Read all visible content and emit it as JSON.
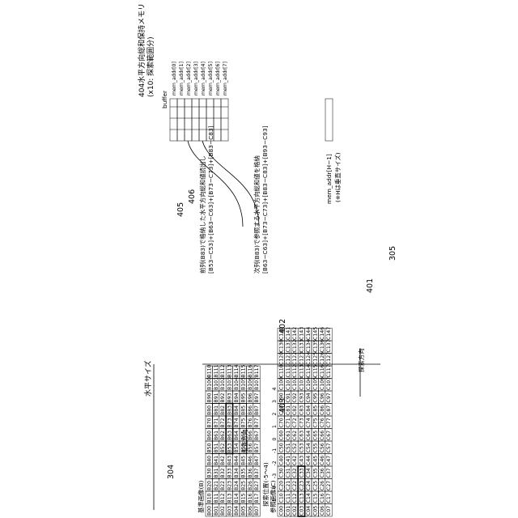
{
  "labels": {
    "reference_image": "基準画像(B)",
    "search_image": "参照画像(C)",
    "search_position": "探索位置(-5〜4)",
    "scan_direction": "走査方向",
    "search_direction": "探索方向",
    "horizontal_size": "水平サイズ",
    "vertical_size": "垂直サイズ",
    "memory_title_1": "404水平方向総和保持メモリ",
    "memory_title_2": "(x10: 探索範囲分)",
    "buffer": "buffer",
    "memory_note": "(※Hは垂直サイズ)",
    "readout_1": "前列(B83)で格納した水平方向総和値読出し",
    "readout_2": "[B53−C53]+[B63−C63]+[B73−C73]+[B83−C83]",
    "store_1": "次列(B83)で参照する水平方向総和値を格納",
    "store_2": "[B63−C63]+[B73−C73]+[B83−C83]+[B93−C93]",
    "dots": "• • •"
  },
  "numbers": {
    "n304": "304",
    "n305": "305",
    "n401": "401",
    "n402": "402",
    "n403": "403",
    "n405": "405",
    "n406": "406"
  },
  "offsets": [
    "-5",
    "-4",
    "-3",
    "-2",
    "-1",
    "0",
    "1",
    "2",
    "3",
    "4"
  ],
  "b_rows": [
    [
      "B00",
      "B10",
      "B20",
      "B30",
      "B40",
      "B50",
      "B60",
      "B70",
      "B80",
      "B90",
      "B100",
      "B110"
    ],
    [
      "B01",
      "B11",
      "B21",
      "B31",
      "B41",
      "B51",
      "B61",
      "B71",
      "B81",
      "B91",
      "B101",
      "B111"
    ],
    [
      "B02",
      "B12",
      "B22",
      "B32",
      "B42",
      "B52",
      "B62",
      "B72",
      "B82",
      "B92",
      "B102",
      "B112"
    ],
    [
      "B03",
      "B13",
      "B23",
      "B33",
      "B43",
      "B53",
      "B63",
      "B73",
      "B83",
      "B93",
      "B103",
      "B113"
    ],
    [
      "B04",
      "B14",
      "B24",
      "B34",
      "B44",
      "B54",
      "B64",
      "B74",
      "B84",
      "B94",
      "B104",
      "B114"
    ],
    [
      "B05",
      "B15",
      "B25",
      "B35",
      "B45",
      "B55",
      "B65",
      "B75",
      "B85",
      "B95",
      "B105",
      "B115"
    ],
    [
      "B06",
      "B16",
      "B26",
      "B36",
      "B46",
      "B56",
      "B66",
      "B76",
      "B86",
      "B96",
      "B106",
      "B116"
    ],
    [
      "B07",
      "B17",
      "B27",
      "B37",
      "B47",
      "B57",
      "B67",
      "B77",
      "B87",
      "B97",
      "B107",
      "B117"
    ]
  ],
  "c_rows": [
    [
      "C00",
      "C10",
      "C20",
      "C30",
      "C40",
      "C50",
      "C60",
      "C70",
      "C80",
      "C90",
      "C100",
      "C110",
      "C120",
      "C130",
      "C140"
    ],
    [
      "C01",
      "C11",
      "C21",
      "C31",
      "C41",
      "C51",
      "C61",
      "C71",
      "C81",
      "C91",
      "C101",
      "C111",
      "C121",
      "C131",
      "C141"
    ],
    [
      "C02",
      "C12",
      "C22",
      "C32",
      "C42",
      "C52",
      "C62",
      "C72",
      "C82",
      "C92",
      "C102",
      "C112",
      "C122",
      "C132",
      "C142"
    ],
    [
      "C03",
      "C13",
      "C23",
      "C33",
      "C43",
      "C53",
      "C63",
      "C73",
      "C83",
      "C93",
      "C103",
      "C113",
      "C123",
      "C133",
      "C143"
    ],
    [
      "C04",
      "C14",
      "C24",
      "C34",
      "C44",
      "C54",
      "C64",
      "C74",
      "C84",
      "C94",
      "C104",
      "C114",
      "C124",
      "C134",
      "C144"
    ],
    [
      "C05",
      "C15",
      "C25",
      "C35",
      "C45",
      "C55",
      "C65",
      "C75",
      "C85",
      "C95",
      "C105",
      "C115",
      "C125",
      "C135",
      "C145"
    ],
    [
      "C06",
      "C16",
      "C26",
      "C36",
      "C46",
      "C56",
      "C66",
      "C76",
      "C86",
      "C96",
      "C106",
      "C116",
      "C126",
      "C136",
      "C146"
    ],
    [
      "C07",
      "C17",
      "C27",
      "C37",
      "C47",
      "C57",
      "C67",
      "C77",
      "C87",
      "C97",
      "C107",
      "C117",
      "C127",
      "C137",
      "C147"
    ]
  ],
  "mem_addrs": [
    "mem_addr[0]",
    "mem_addr[1]",
    "mem_addr[2]",
    "mem_addr[3]",
    "mem_addr[4]",
    "mem_addr[5]",
    "mem_addr[6]",
    "mem_addr[7]"
  ],
  "mem_addr_last": "mem_addr[H−1]"
}
